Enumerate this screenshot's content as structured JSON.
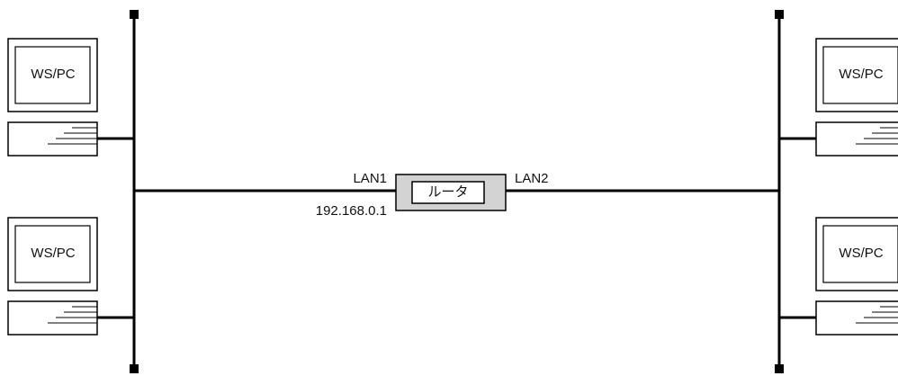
{
  "router": {
    "label": "ルータ",
    "fill": "#d3d3d3"
  },
  "lan1": {
    "name": "LAN1",
    "ip": "192.168.0.1"
  },
  "lan2": {
    "name": "LAN2"
  },
  "workstations": [
    {
      "id": "ws-left-top",
      "label": "WS/PC"
    },
    {
      "id": "ws-left-bottom",
      "label": "WS/PC"
    },
    {
      "id": "ws-right-top",
      "label": "WS/PC"
    },
    {
      "id": "ws-right-bottom",
      "label": "WS/PC"
    }
  ]
}
